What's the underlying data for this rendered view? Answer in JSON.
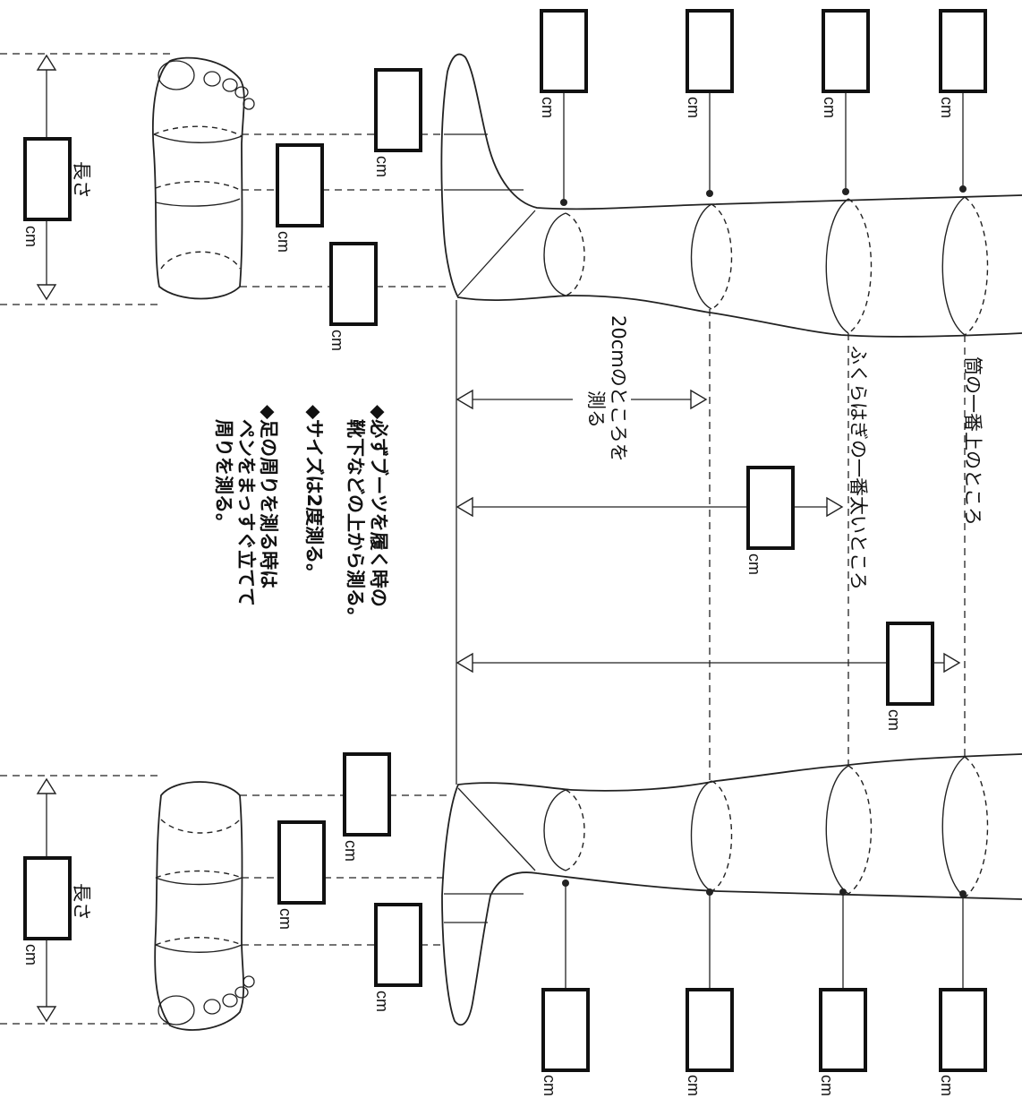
{
  "unit": "cm",
  "labels": {
    "top_of_shaft": "筒の一番上のところ",
    "calf_widest": "ふくらはぎの一番太いところ",
    "at_20cm_line1": "20cmのところを",
    "at_20cm_line2": "測る",
    "length": "長さ"
  },
  "notes": [
    "◆必ずブーツを履く時の",
    "靴下などの上から測る。",
    "◆サイズは2度測る。",
    "◆足の周りを測る時は",
    "ペンをまっすぐ立てて",
    "周りを測る。"
  ]
}
